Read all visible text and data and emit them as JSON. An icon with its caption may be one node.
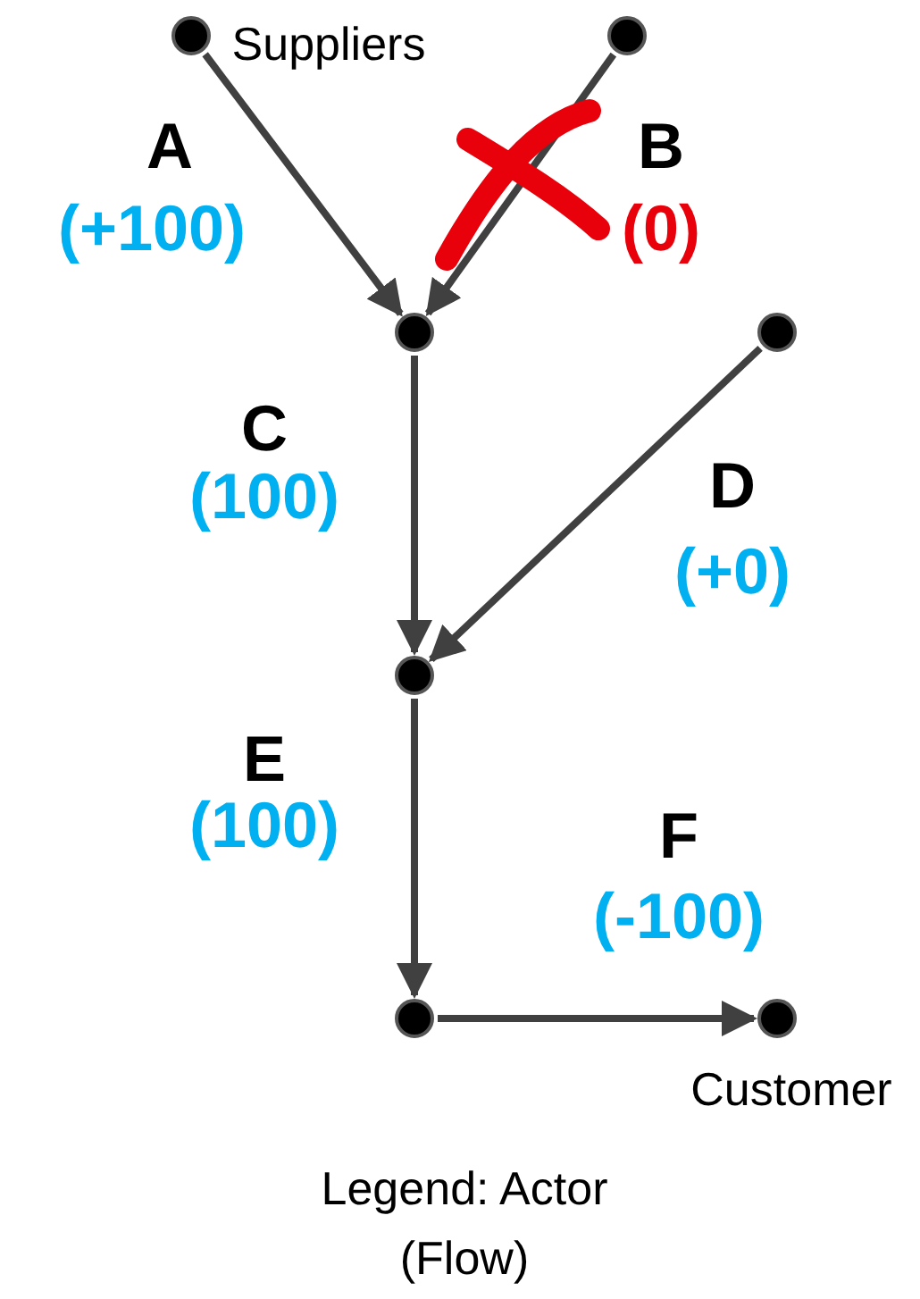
{
  "diagram": {
    "nodes": [
      {
        "text": [],
        "shape": "circle"
      },
      {
        "text": [],
        "shape": "circle"
      },
      {
        "text": [],
        "shape": "circle"
      },
      {
        "text": [],
        "shape": "circle"
      },
      {
        "text": [],
        "shape": "circle"
      },
      {
        "text": [],
        "shape": "circle"
      },
      {
        "text": [],
        "shape": "circle",
        "beside": [
          "Customer"
        ]
      }
    ],
    "edges": [
      {
        "from": 0,
        "to": 2,
        "arrow": "to"
      },
      {
        "from": 1,
        "to": 2,
        "arrow": "to"
      },
      {
        "from": 2,
        "to": 4,
        "arrow": "to"
      },
      {
        "from": 3,
        "to": 4,
        "arrow": "to"
      },
      {
        "from": 4,
        "to": 5,
        "arrow": "to"
      },
      {
        "from": 5,
        "to": 6,
        "arrow": "to"
      }
    ],
    "labels": [
      "Suppliers",
      "A",
      "(+100)",
      "B",
      "(0)",
      "C",
      "(100)",
      "D",
      "(+0)",
      "E",
      "(100)",
      "F",
      "(-100)",
      "Legend: Actor (Flow)"
    ]
  }
}
